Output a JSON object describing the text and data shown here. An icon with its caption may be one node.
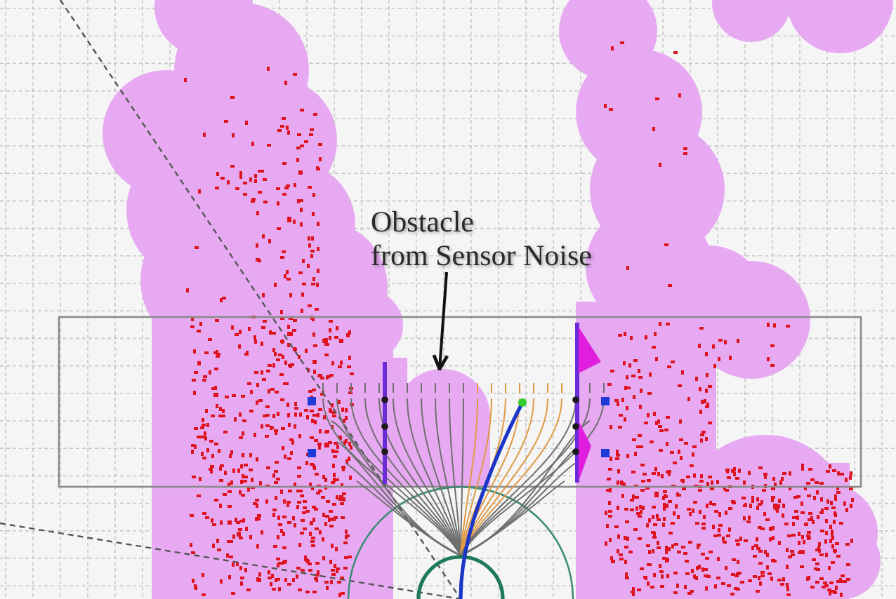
{
  "diagram": {
    "nodes": [
      {
        "text": [
          "Obstacle from Sensor Noise"
        ]
      },
      {
        "text": [],
        "shape": "circle"
      }
    ],
    "edges": [
      {
        "from": 0,
        "to": 1,
        "arrow": "to"
      }
    ]
  }
}
